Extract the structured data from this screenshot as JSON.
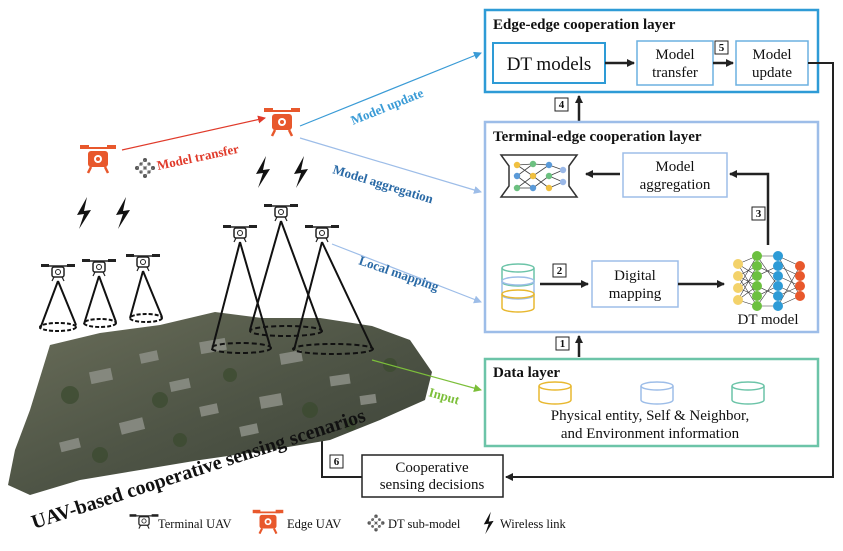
{
  "layers": {
    "edge_edge": {
      "title": "Edge-edge cooperation layer",
      "dt_models": "DT models",
      "model_transfer": [
        "Model",
        "transfer"
      ],
      "model_update": [
        "Model",
        "update"
      ]
    },
    "terminal_edge": {
      "title": "Terminal-edge cooperation layer",
      "model_aggregation": [
        "Model",
        "aggregation"
      ],
      "digital_mapping": [
        "Digital",
        "mapping"
      ],
      "dt_model": "DT model"
    },
    "data": {
      "title": "Data layer",
      "info": [
        "Physical entity, Self & Neighbor,",
        "and Environment information"
      ]
    }
  },
  "cooperative_decisions": [
    "Cooperative",
    "sensing decisions"
  ],
  "step_numbers": [
    "1",
    "2",
    "3",
    "4",
    "5",
    "6"
  ],
  "flows": {
    "model_transfer": "Model transfer",
    "model_update": "Model update",
    "model_aggregation": "Model aggregation",
    "local_mapping": "Local mapping",
    "input": "Input"
  },
  "scenario_title": "UAV-based cooperative sensing scenarios",
  "legend": {
    "terminal_uav": "Terminal UAV",
    "edge_uav": "Edge UAV",
    "dt_submodel": "DT sub-model",
    "wireless_link": "Wireless link"
  },
  "colors": {
    "edge_layer_border": "#2e9bd6",
    "terminal_layer_border": "#9dbde8",
    "data_layer_border": "#6cc4a8",
    "model_transfer_label": "#e03a2a",
    "model_update_label": "#3a9bd6",
    "model_aggregation_label": "#2a6aa6",
    "local_mapping_label": "#2a6aa6",
    "input_label": "#7cbf3a",
    "edge_uav": "#e8582c"
  }
}
